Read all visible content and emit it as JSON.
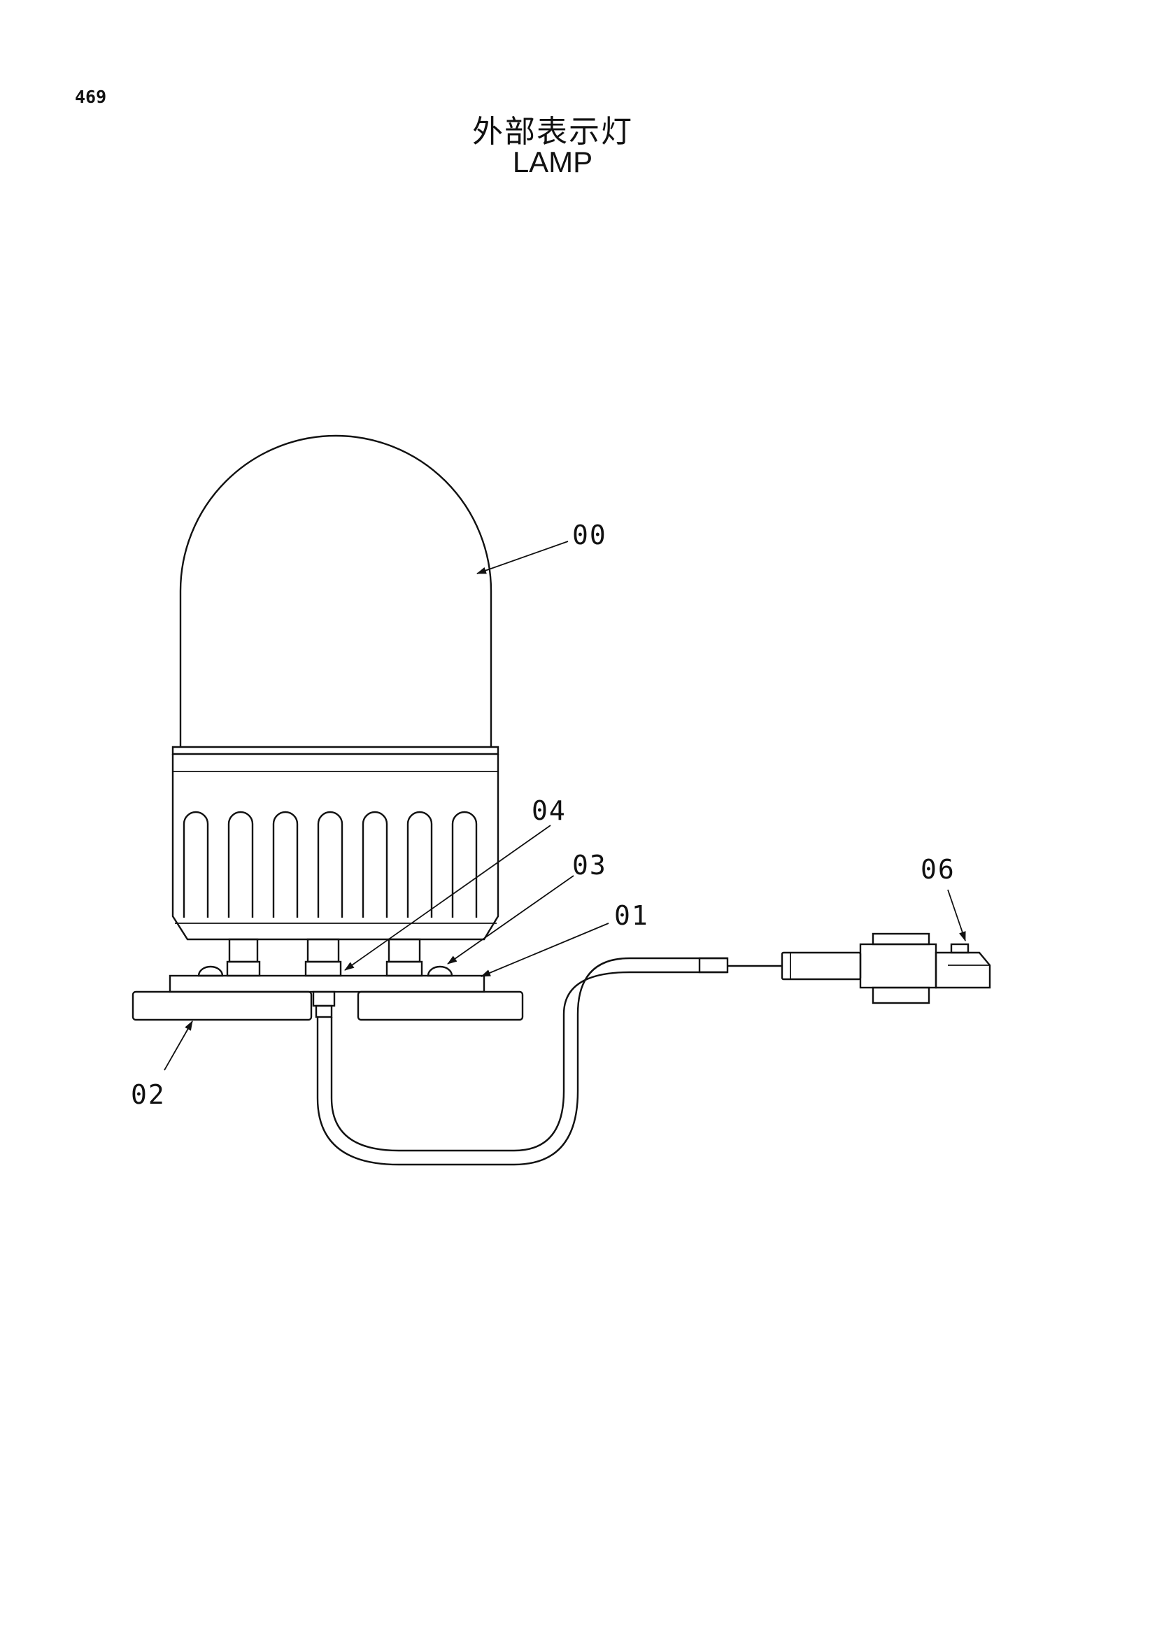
{
  "page_number": "469",
  "title_jp": "外部表示灯",
  "title_en": "LAMP",
  "callouts": {
    "c00": "00",
    "c04": "04",
    "c03": "03",
    "c01": "01",
    "c06": "06",
    "c02": "02"
  }
}
